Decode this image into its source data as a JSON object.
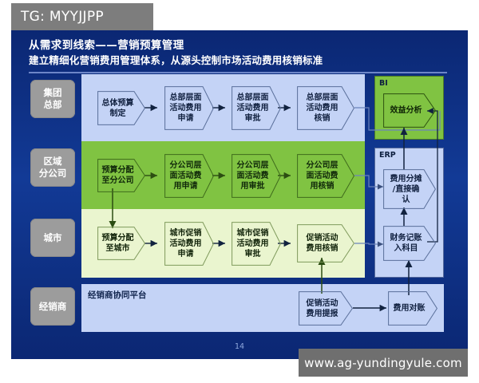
{
  "badge": {
    "text": "TG: MYYJJPP"
  },
  "watermark": {
    "text": "www.ag-yundingyule.com"
  },
  "slide": {
    "title": "从需求到线索——营销预算管理",
    "subtitle": "建立精细化营销费用管理体系，从源头控制市场活动费用核销标准",
    "page_number": "14",
    "colors": {
      "background": "#0c2a7a",
      "band_hq": "#c4d3f6",
      "band_branch": "#80c342",
      "band_city": "#eaf5cf",
      "band_dealer": "#c4d3f6",
      "role_chip": "#9c9c9c",
      "badge_gray": "#7d7d7d"
    }
  },
  "roles": [
    {
      "id": "hq",
      "label": "集团\n总部"
    },
    {
      "id": "branch",
      "label": "区域\n分公司"
    },
    {
      "id": "city",
      "label": "城市"
    },
    {
      "id": "dealer",
      "label": "经销商"
    }
  ],
  "role_labels": {
    "hq_l1": "集团",
    "hq_l2": "总部",
    "branch_l1": "区域",
    "branch_l2": "分公司",
    "city_l1": "城市",
    "dealer_l1": "经销商"
  },
  "rows": {
    "hq": {
      "steps": [
        {
          "l1": "总体预算",
          "l2": "制定",
          "l3": ""
        },
        {
          "l1": "总部层面",
          "l2": "活动费用",
          "l3": "申请"
        },
        {
          "l1": "总部层面",
          "l2": "活动费用",
          "l3": "审批"
        },
        {
          "l1": "总部层面",
          "l2": "活动费用",
          "l3": "核销"
        }
      ]
    },
    "branch": {
      "steps": [
        {
          "l1": "预算分配",
          "l2": "至分公司",
          "l3": ""
        },
        {
          "l1": "分公司层",
          "l2": "面活动费",
          "l3": "用申请"
        },
        {
          "l1": "分公司层",
          "l2": "面活动费",
          "l3": "用审批"
        },
        {
          "l1": "分公司层",
          "l2": "面活动费",
          "l3": "用核销"
        }
      ]
    },
    "city": {
      "steps": [
        {
          "l1": "预算分配",
          "l2": "至城市",
          "l3": ""
        },
        {
          "l1": "城市促销",
          "l2": "活动费用",
          "l3": "申请"
        },
        {
          "l1": "城市促销",
          "l2": "活动费用",
          "l3": "审批"
        },
        {
          "l1": "促销活动",
          "l2": "费用核销",
          "l3": ""
        }
      ]
    },
    "dealer": {
      "platform_label": "经销商协同平台",
      "steps": [
        {
          "l1": "促销活动",
          "l2": "费用提报",
          "l3": ""
        },
        {
          "l1": "费用对账",
          "l2": "",
          "l3": ""
        }
      ]
    }
  },
  "panels": {
    "bi": {
      "title": "BI",
      "nodes": [
        {
          "l1": "效益分析",
          "l2": "",
          "l3": ""
        }
      ]
    },
    "erp": {
      "title": "ERP",
      "nodes": [
        {
          "l1": "费用分摊",
          "l2": "/直接确",
          "l3": "认"
        },
        {
          "l1": "财务记账",
          "l2": "入科目",
          "l3": ""
        }
      ]
    }
  }
}
